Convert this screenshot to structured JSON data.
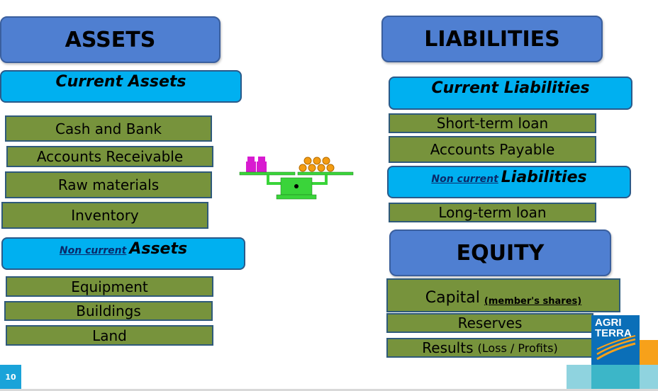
{
  "assets": {
    "title": "ASSETS",
    "current_label": "Current Assets",
    "current_items": [
      "Cash and Bank",
      "Accounts Receivable",
      "Raw materials",
      "Inventory"
    ],
    "noncurrent_prefix": "Non current",
    "noncurrent_suffix": "Assets",
    "noncurrent_items": [
      "Equipment",
      "Buildings",
      "Land"
    ]
  },
  "liabilities": {
    "title": "LIABILITIES",
    "current_label": "Current Liabilities",
    "current_items": [
      "Short-term loan",
      "Accounts Payable"
    ],
    "noncurrent_prefix": "Non current",
    "noncurrent_suffix": "Liabilities",
    "noncurrent_items": [
      "Long-term loan"
    ]
  },
  "equity": {
    "title": "EQUITY",
    "capital": "Capital",
    "capital_note": "(member's shares)",
    "reserves": "Reserves",
    "results": "Results",
    "results_note": "(Loss / Profits)"
  },
  "logo": {
    "line1": "AGRI",
    "line2": "TERRA"
  },
  "page_number": "10",
  "colors": {
    "header_blue": "#4f7fd1",
    "section_cyan": "#00b0f0",
    "item_green": "#77933c",
    "logo_blue": "#0b6fb8",
    "logo_orange": "#f7a11a"
  }
}
